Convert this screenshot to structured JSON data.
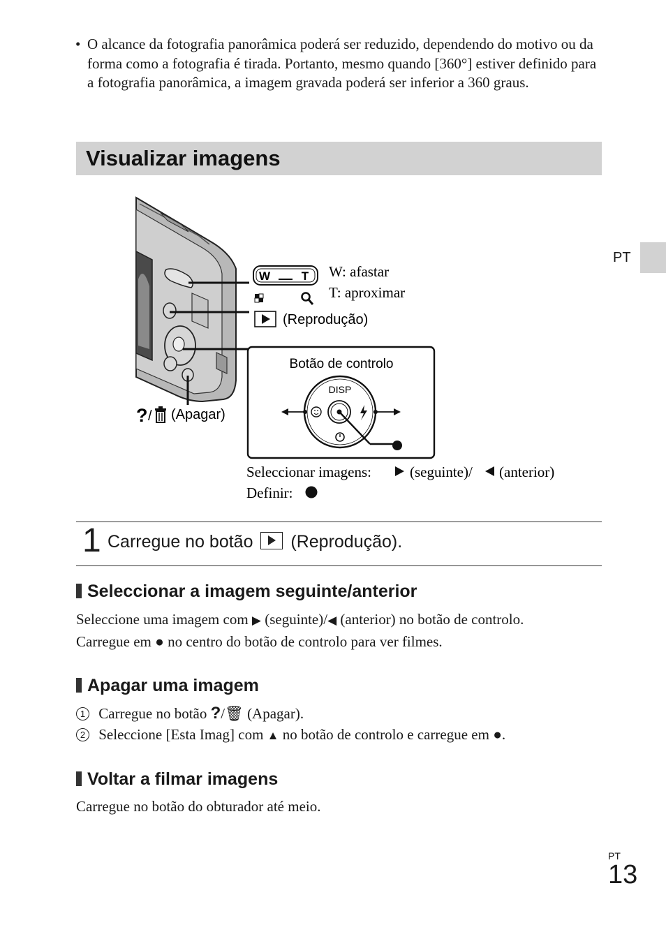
{
  "intro_bullet": {
    "bullet": "•",
    "text": "O alcance da fotografia panorâmica poderá ser reduzido, dependendo do motivo ou da forma como a fotografia é tirada. Portanto, mesmo quando [360°] estiver definido para a fotografia panorâmica, a imagem gravada poderá ser inferior a 360 graus."
  },
  "section": {
    "title": "Visualizar imagens"
  },
  "language_tab": "PT",
  "figure": {
    "zoom_w": "W",
    "zoom_t": "T",
    "zoom_w_label": "W: afastar",
    "zoom_t_label": "T: aproximar",
    "playback_label": "(Reprodução)",
    "control_button_title": "Botão de controlo",
    "disp_label": "DISP",
    "delete_label": "(Apagar)",
    "select_line": {
      "prefix": "Seleccionar imagens: ",
      "next": "(seguinte)/",
      "prev": "(anterior)"
    },
    "set_label": "Definir: "
  },
  "step1": {
    "number": "1",
    "text_before": "Carregue no botão",
    "text_after": "(Reprodução)."
  },
  "subsections": {
    "select": {
      "title": "Seleccionar a imagem seguinte/anterior",
      "line1_a": "Seleccione uma imagem com ",
      "line1_b": " (seguinte)/",
      "line1_c": " (anterior) no botão de controlo.",
      "line2_a": "Carregue em ",
      "line2_b": " no centro do botão de controlo para ver filmes."
    },
    "delete": {
      "title": "Apagar uma imagem",
      "item1_num": "1",
      "item1_a": "Carregue no botão ",
      "item1_b": " (Apagar).",
      "item2_num": "2",
      "item2_a": "Seleccione [Esta Imag] com ",
      "item2_b": " no botão de controlo e carregue em ",
      "item2_c": "."
    },
    "back": {
      "title": "Voltar a filmar imagens",
      "text": "Carregue no botão do obturador até meio."
    }
  },
  "footer": {
    "lang": "PT",
    "page": "13"
  }
}
